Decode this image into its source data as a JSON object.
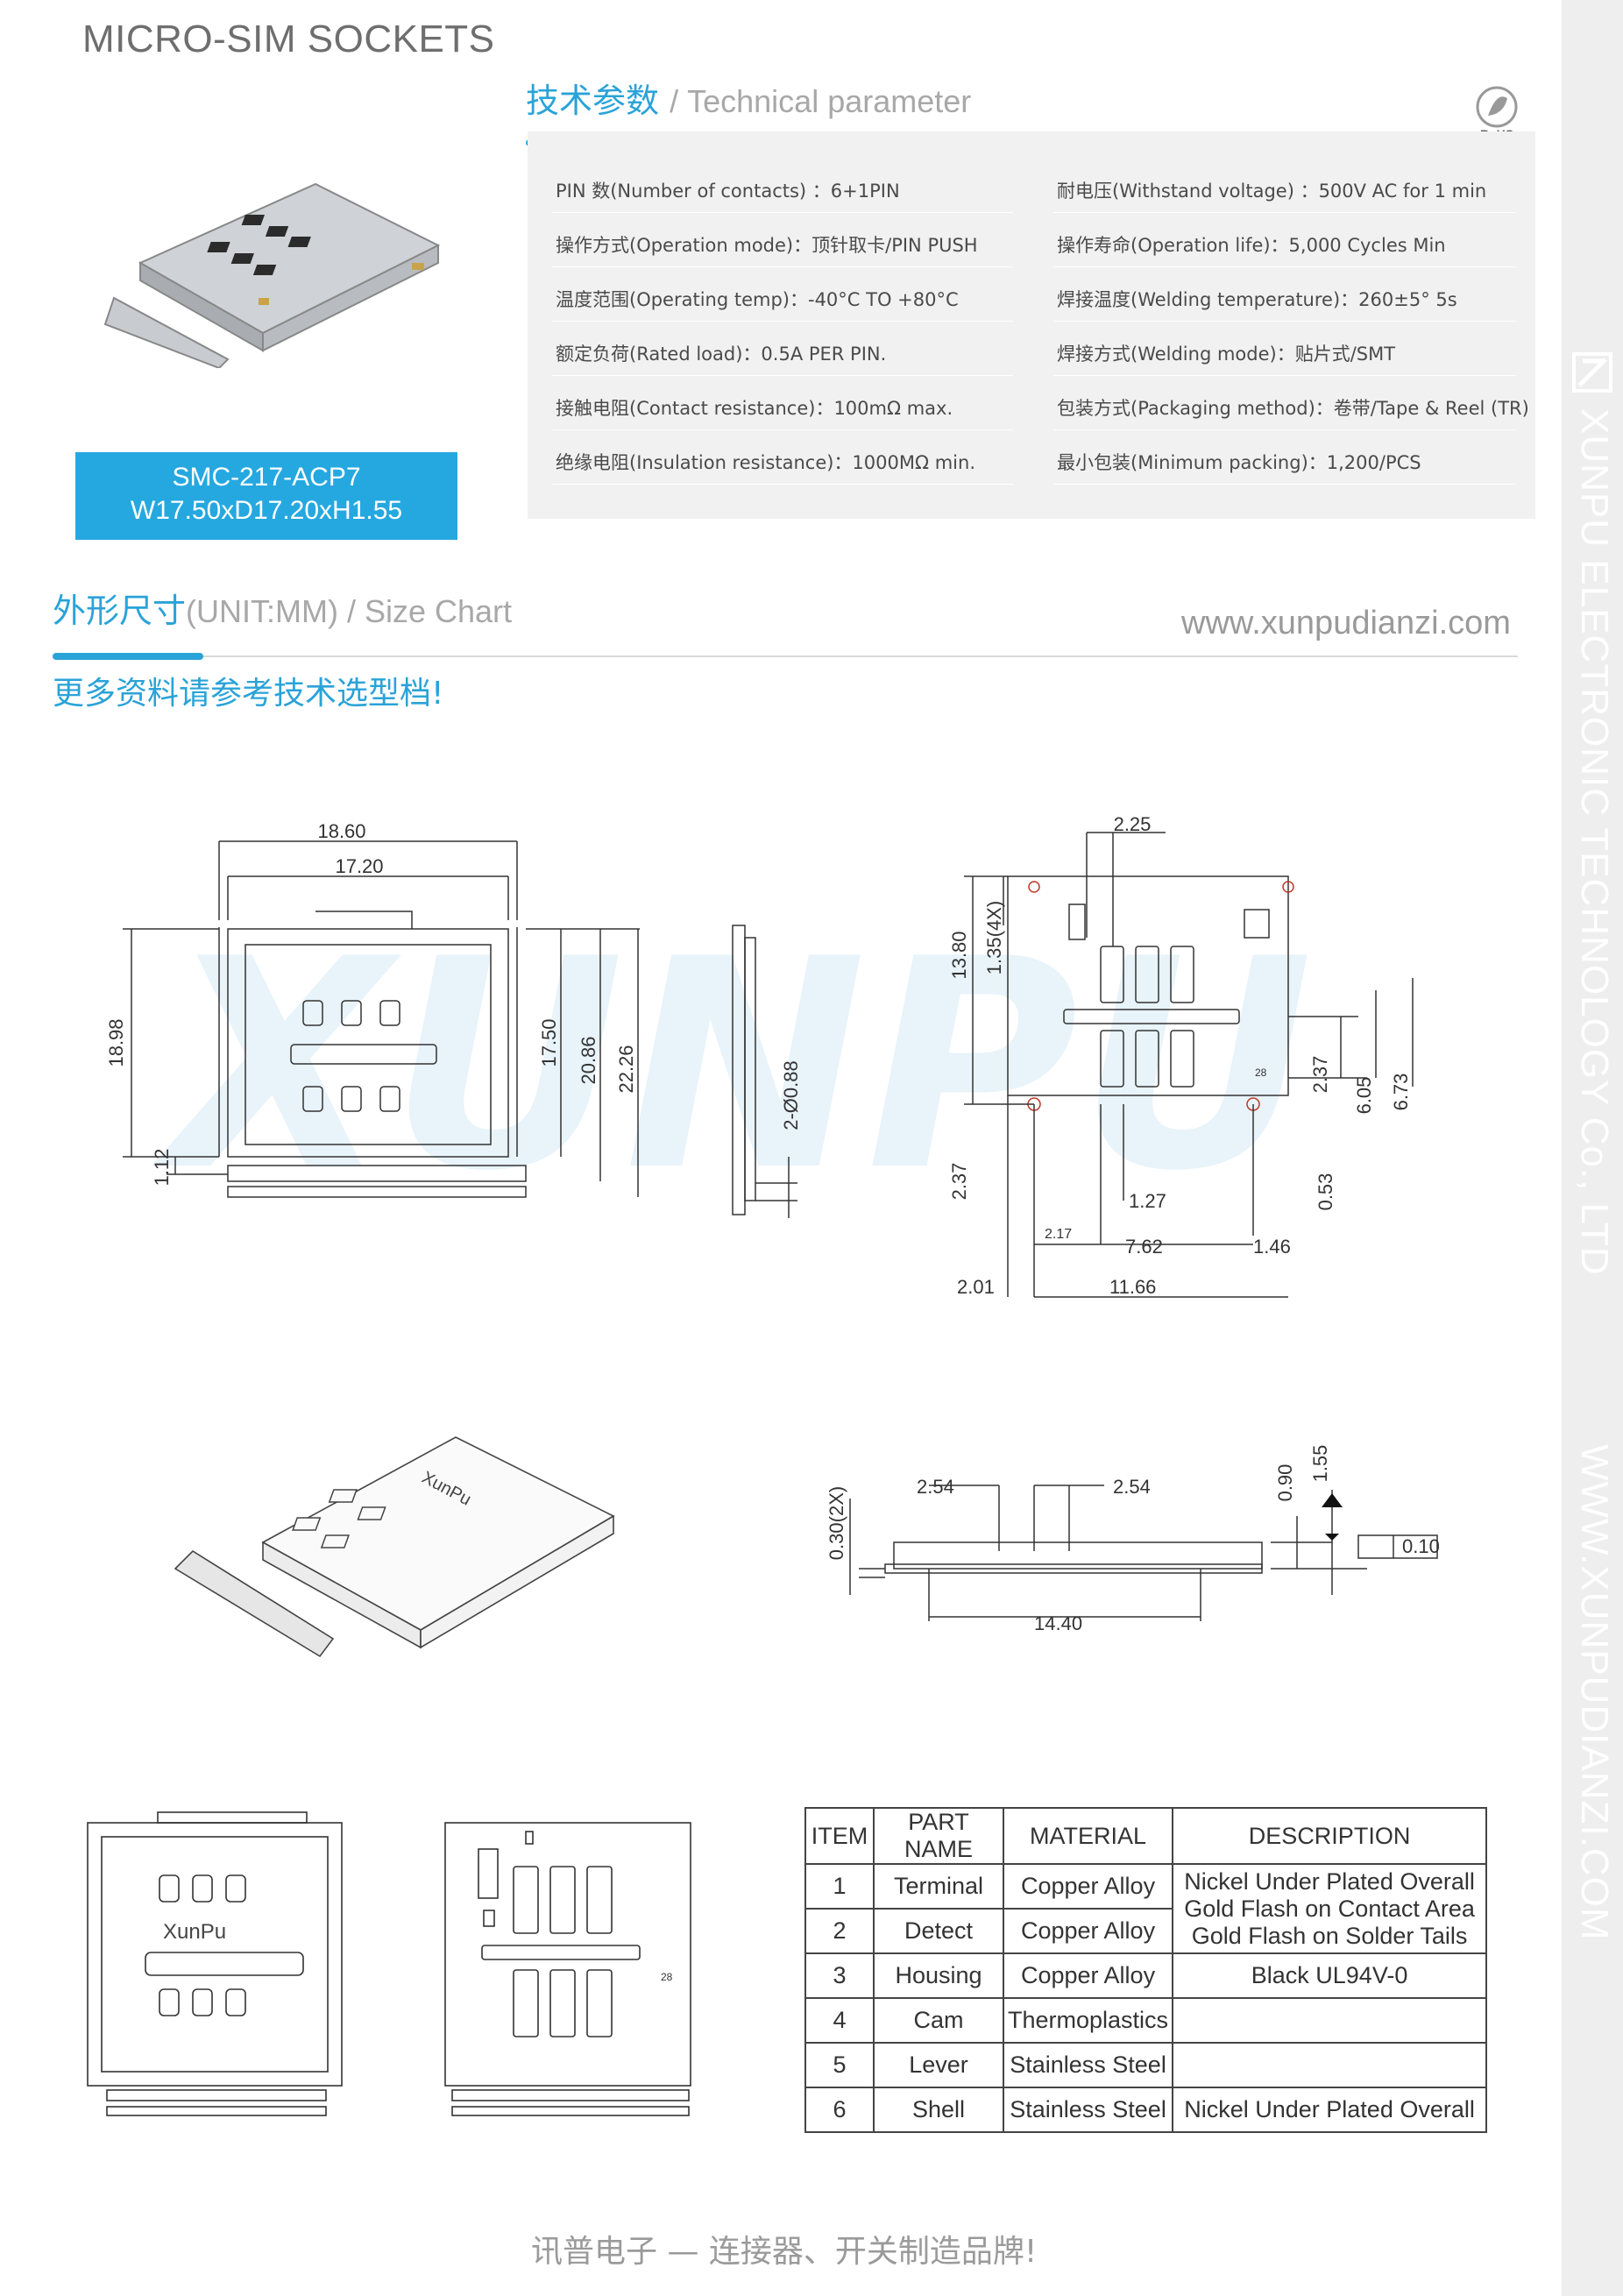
{
  "header": {
    "product_line": "MICRO-SIM SOCKETS"
  },
  "tech": {
    "title_cn": "技术参数",
    "title_en": "/ Technical parameter",
    "rohs": "RoHS"
  },
  "params_left": [
    "PIN 数(Number of contacts) ：6+1PIN",
    "操作方式(Operation mode)：顶针取卡/PIN PUSH",
    "温度范围(Operating temp)：-40°C TO +80°C",
    "额定负荷(Rated load)：0.5A PER PIN.",
    "接触电阻(Contact resistance)：100mΩ max.",
    "绝缘电阻(Insulation resistance)：1000MΩ min."
  ],
  "params_right": [
    "耐电压(Withstand voltage) ：500V AC for 1 min",
    "操作寿命(Operation life)：5,000 Cycles Min",
    "焊接温度(Welding temperature)：260±5° 5s",
    "焊接方式(Welding mode)：贴片式/SMT",
    "包装方式(Packaging method)：卷带/Tape & Reel (TR)",
    "最小包装(Minimum packing)：1,200/PCS"
  ],
  "model": {
    "part_number": "SMC-217-ACP7",
    "dimensions": "W17.50xD17.20xH1.55"
  },
  "size": {
    "title_cn": "外形尺寸",
    "title_en": "(UNIT:MM) / Size Chart"
  },
  "website": "www.xunpudianzi.com",
  "note": "更多资料请参考技术选型档!",
  "brand_vertical": "XUNPU ELECTRONIC TECHNOLOGY Co., LTD",
  "brand_vertical_2": "WWW.XUNPUDIANZI.COM",
  "watermark": "XUNPU",
  "logo_text": "XunPu",
  "dims": {
    "top_view": [
      "18.60",
      "17.20",
      "18.98",
      "1.12",
      "17.50",
      "20.86",
      "22.26"
    ],
    "side_view": [
      "2-Ø0.88"
    ],
    "pcb_view": [
      "2.25",
      "13.80",
      "1.35(4X)",
      "2.37",
      "2.37",
      "6.05",
      "6.73",
      "0.53",
      "1.27",
      "2.17",
      "7.62",
      "1.46",
      "2.01",
      "11.66",
      "28"
    ],
    "front_view": [
      "0.30(2X)",
      "2.54",
      "2.54",
      "0.90",
      "1.55",
      "0.10",
      "14.40"
    ]
  },
  "bom": {
    "headers": [
      "ITEM",
      "PART NAME",
      "MATERIAL",
      "DESCRIPTION"
    ],
    "rows": [
      {
        "item": "1",
        "part": "Terminal",
        "material": "Copper Alloy",
        "desc": [
          "Nickel Under Plated Overall",
          "Gold Flash on Contact Area",
          "Gold Flash on Solder Tails"
        ]
      },
      {
        "item": "2",
        "part": "Detect",
        "material": "Copper Alloy"
      },
      {
        "item": "3",
        "part": "Housing",
        "material": "Copper Alloy",
        "desc": [
          "Black UL94V-0"
        ]
      },
      {
        "item": "4",
        "part": "Cam",
        "material": "Thermoplastics",
        "desc": [
          ""
        ]
      },
      {
        "item": "5",
        "part": "Lever",
        "material": "Stainless Steel",
        "desc": [
          ""
        ]
      },
      {
        "item": "6",
        "part": "Shell",
        "material": "Stainless Steel",
        "desc": [
          "Nickel Under Plated Overall"
        ]
      }
    ]
  },
  "footer": "讯普电子 — 连接器、开关制造品牌!",
  "colors": {
    "accent": "#2aa3d8",
    "model_bg": "#25a8e0",
    "param_bg": "#f1f1f1",
    "dim_red": "#c0392b"
  }
}
